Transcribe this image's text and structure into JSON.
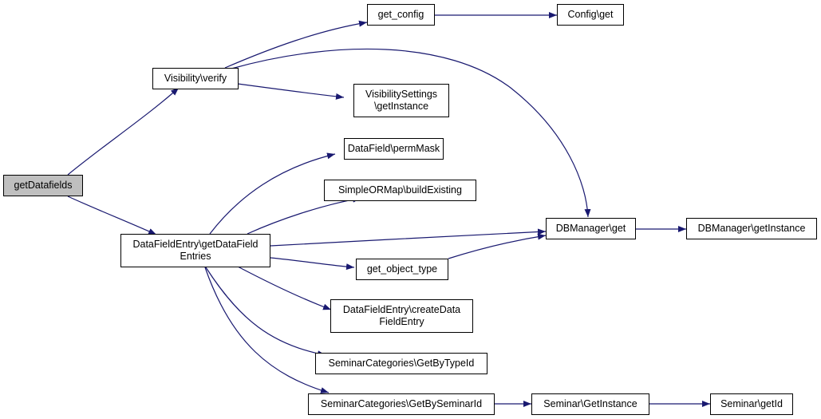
{
  "graph": {
    "edge_color": "#191970",
    "root_fill": "#bfbfbf",
    "node_fill": "#ffffff",
    "nodes": {
      "root": "getDatafields",
      "visibility_verify": "Visibility\\verify",
      "dfe_get_entries": "DataFieldEntry\\getDataField\nEntries",
      "get_config": "get_config",
      "config_get": "Config\\get",
      "vis_settings_instance": "VisibilitySettings\n\\getInstance",
      "datafield_permmask": "DataField\\permMask",
      "simpleormap_build": "SimpleORMap\\buildExisting",
      "dbmanager_get": "DBManager\\get",
      "dbmanager_instance": "DBManager\\getInstance",
      "get_object_type": "get_object_type",
      "dfe_create": "DataFieldEntry\\createData\nFieldEntry",
      "semcat_by_type": "SeminarCategories\\GetByTypeId",
      "semcat_by_seminar": "SeminarCategories\\GetBySeminarId",
      "seminar_instance": "Seminar\\GetInstance",
      "seminar_getid": "Seminar\\getId"
    },
    "edges": [
      [
        "root",
        "visibility_verify"
      ],
      [
        "root",
        "dfe_get_entries"
      ],
      [
        "visibility_verify",
        "get_config"
      ],
      [
        "visibility_verify",
        "dbmanager_get"
      ],
      [
        "visibility_verify",
        "vis_settings_instance"
      ],
      [
        "get_config",
        "config_get"
      ],
      [
        "dfe_get_entries",
        "datafield_permmask"
      ],
      [
        "dfe_get_entries",
        "simpleormap_build"
      ],
      [
        "dfe_get_entries",
        "dbmanager_get"
      ],
      [
        "dfe_get_entries",
        "get_object_type"
      ],
      [
        "dfe_get_entries",
        "dfe_create"
      ],
      [
        "dfe_get_entries",
        "semcat_by_type"
      ],
      [
        "dfe_get_entries",
        "semcat_by_seminar"
      ],
      [
        "get_object_type",
        "dbmanager_get"
      ],
      [
        "dbmanager_get",
        "dbmanager_instance"
      ],
      [
        "semcat_by_seminar",
        "seminar_instance"
      ],
      [
        "seminar_instance",
        "seminar_getid"
      ]
    ]
  }
}
